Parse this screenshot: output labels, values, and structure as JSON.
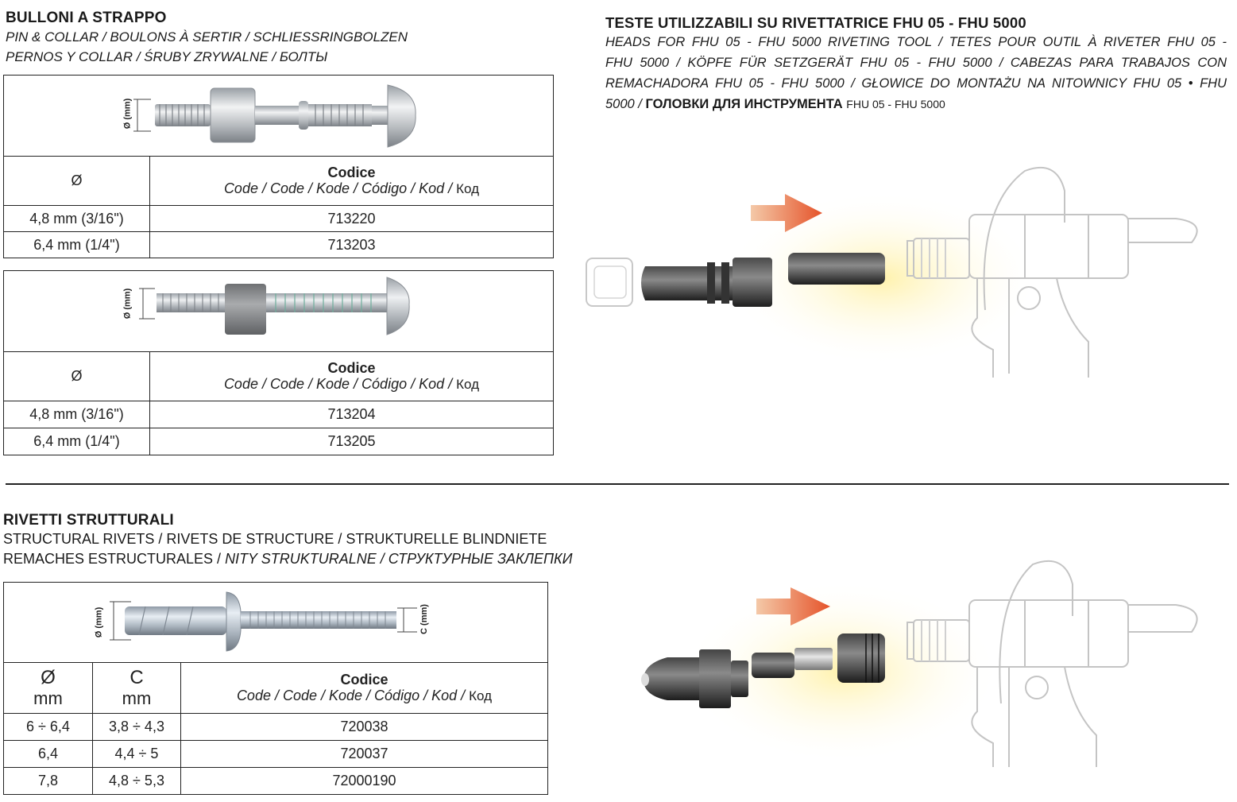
{
  "section1": {
    "title": "BULLONI A STRAPPO",
    "sub1": "PIN & COLLAR / BOULONS À SERTIR / SCHLIESSRINGBOLZEN",
    "sub2": "PERNOS Y COLLAR / ŚRUBY ZRYWALNE / БОЛТЫ",
    "dim_label": "Ø (mm)",
    "tables": [
      {
        "col1": "Ø",
        "code_title": "Codice",
        "code_langs": "Code / Code / Kode / Código / Kod /",
        "code_ru": "Код",
        "rows": [
          {
            "diam": "4,8 mm (3/16\")",
            "code": "713220"
          },
          {
            "diam": "6,4 mm (1/4\")",
            "code": "713203"
          }
        ]
      },
      {
        "col1": "Ø",
        "code_title": "Codice",
        "code_langs": "Code / Code / Kode / Código / Kod /",
        "code_ru": "Код",
        "rows": [
          {
            "diam": "4,8 mm (3/16\")",
            "code": "713204"
          },
          {
            "diam": "6,4 mm (1/4\")",
            "code": "713205"
          }
        ]
      }
    ]
  },
  "heads": {
    "title": "TESTE UTILIZZABILI SU RIVETTATRICE FHU 05 - FHU 5000",
    "line1": "HEADS FOR FHU 05 - FHU 5000 RIVETING TOOL / TETES POUR OUTIL À RIVETER FHU 05 -",
    "line2": "FHU 5000 / KÖPFE FÜR SETZGERÄT FHU 05 - FHU 5000 / CABEZAS PARA TRABAJOS CON",
    "line3": "REMACHADORA FHU 05 - FHU 5000 / GŁOWICE DO MONTAŻU NA NITOWNICY FHU 05 • FHU",
    "line4a": "5000 /",
    "line4b": "ГОЛОВКИ ДЛЯ ИНСТРУМЕНТА",
    "line4c": "FHU 05 - FHU 5000"
  },
  "section2": {
    "title": "RIVETTI STRUTTURALI",
    "sub1": "STRUCTURAL RIVETS / RIVETS DE STRUCTURE / STRUKTURELLE BLINDNIETE",
    "sub2a": "REMACHES ESTRUCTURALES /",
    "sub2b": "NITY STRUKTURALNE",
    "sub2c": "/ СТРУКТУРНЫЕ ЗАКЛЕПКИ",
    "dim_label_d": "Ø (mm)",
    "dim_label_c": "C (mm)",
    "table": {
      "col1a": "Ø",
      "col1b": "mm",
      "col2a": "C",
      "col2b": "mm",
      "code_title": "Codice",
      "code_langs": "Code / Code / Kode / Código / Kod /",
      "code_ru": "Код",
      "rows": [
        {
          "d": "6 ÷ 6,4",
          "c": "3,8 ÷ 4,3",
          "code": "720038"
        },
        {
          "d": "6,4",
          "c": "4,4 ÷ 5",
          "code": "720037"
        },
        {
          "d": "7,8",
          "c": "4,8 ÷ 5,3",
          "code": "72000190"
        }
      ]
    }
  },
  "colors": {
    "arrow": "#e8603a",
    "glow": "#fff3b8",
    "line": "#222222",
    "sketch": "#bdbdbd"
  }
}
